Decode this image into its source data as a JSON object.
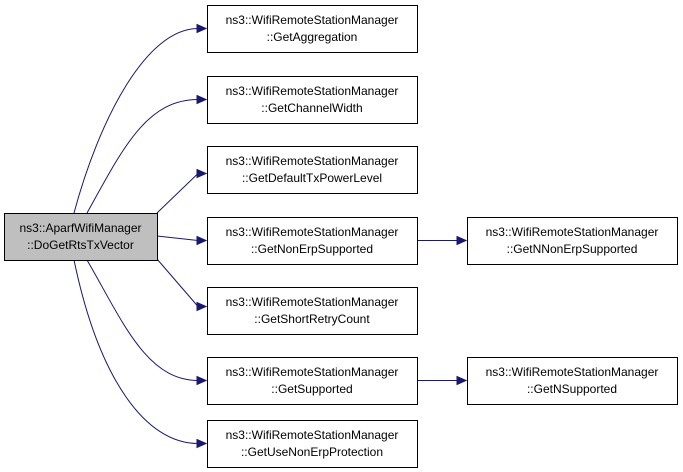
{
  "nodes": [
    {
      "id": "root",
      "line1": "ns3::AparfWifiManager",
      "line2": "::DoGetRtsTxVector",
      "root": true
    },
    {
      "id": "agg",
      "line1": "ns3::WifiRemoteStationManager",
      "line2": "::GetAggregation"
    },
    {
      "id": "cw",
      "line1": "ns3::WifiRemoteStationManager",
      "line2": "::GetChannelWidth"
    },
    {
      "id": "dtp",
      "line1": "ns3::WifiRemoteStationManager",
      "line2": "::GetDefaultTxPowerLevel"
    },
    {
      "id": "nerp",
      "line1": "ns3::WifiRemoteStationManager",
      "line2": "::GetNonErpSupported"
    },
    {
      "id": "src",
      "line1": "ns3::WifiRemoteStationManager",
      "line2": "::GetShortRetryCount"
    },
    {
      "id": "sup",
      "line1": "ns3::WifiRemoteStationManager",
      "line2": "::GetSupported"
    },
    {
      "id": "unep",
      "line1": "ns3::WifiRemoteStationManager",
      "line2": "::GetUseNonErpProtection"
    },
    {
      "id": "nnerp",
      "line1": "ns3::WifiRemoteStationManager",
      "line2": "::GetNNonErpSupported"
    },
    {
      "id": "nsup",
      "line1": "ns3::WifiRemoteStationManager",
      "line2": "::GetNSupported"
    }
  ],
  "edges": [
    {
      "from": "root",
      "to": "agg"
    },
    {
      "from": "root",
      "to": "cw"
    },
    {
      "from": "root",
      "to": "dtp"
    },
    {
      "from": "root",
      "to": "nerp"
    },
    {
      "from": "root",
      "to": "src"
    },
    {
      "from": "root",
      "to": "sup"
    },
    {
      "from": "root",
      "to": "unep"
    },
    {
      "from": "nerp",
      "to": "nnerp"
    },
    {
      "from": "sup",
      "to": "nsup"
    }
  ],
  "colors": {
    "edge": "#191970",
    "root_fill": "#bfbfbf",
    "node_fill": "#ffffff"
  }
}
